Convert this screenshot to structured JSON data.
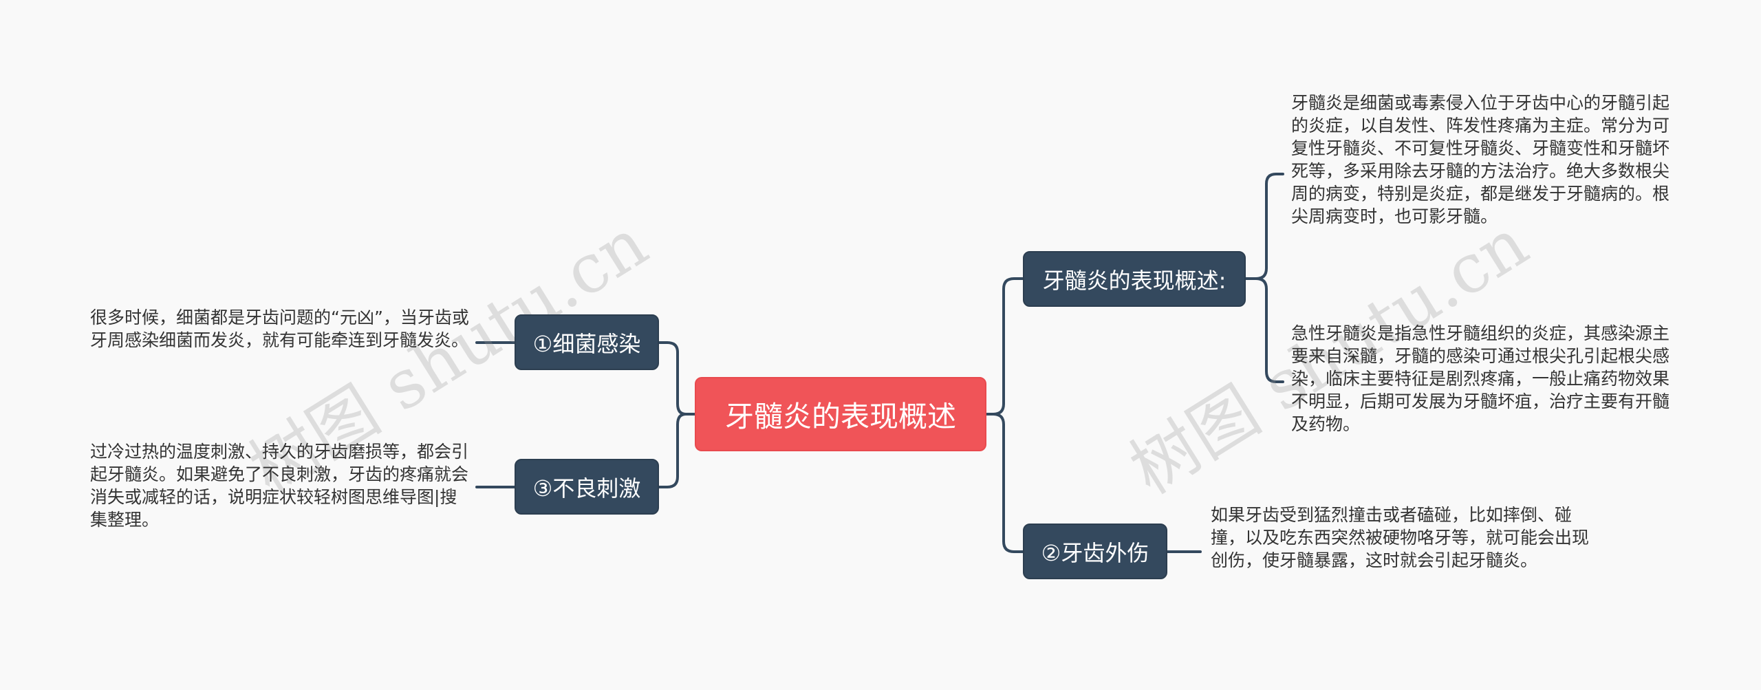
{
  "mindmap": {
    "central": "牙髓炎的表现概述",
    "branches": {
      "overview": {
        "label": "牙髓炎的表现概述:",
        "leaves": [
          "牙髓炎是细菌或毒素侵入位于牙齿中心的牙髓引起的炎症，以自发性、阵发性疼痛为主症。常分为可复性牙髓炎、不可复性牙髓炎、牙髓变性和牙髓坏死等，多采用除去牙髓的方法治疗。绝大多数根尖周的病变，特别是炎症，都是继发于牙髓病的。根尖周病变时，也可影牙髓。",
          "急性牙髓炎是指急性牙髓组织的炎症，其感染源主要来自深髓，牙髓的感染可通过根尖孔引起根尖感染，临床主要特征是剧烈疼痛，一般止痛药物效果不明显，后期可发展为牙髓坏疽，治疗主要有开髓及药物。"
        ]
      },
      "trauma": {
        "label": "②牙齿外伤",
        "leaf": "如果牙齿受到猛烈撞击或者磕碰，比如摔倒、碰撞，以及吃东西突然被硬物咯牙等，就可能会出现创伤，使牙髓暴露，这时就会引起牙髓炎。"
      },
      "bacteria": {
        "label": "①细菌感染",
        "leaf": "很多时候，细菌都是牙齿问题的“元凶”，当牙齿或牙周感染细菌而发炎，就有可能牵连到牙髓发炎。"
      },
      "stimulus": {
        "label": "③不良刺激",
        "leaf": "过冷过热的温度刺激、持久的牙齿磨损等，都会引起牙髓炎。如果避免了不良刺激，牙齿的疼痛就会消失或减轻的话，说明症状较轻树图思维导图|搜集整理。"
      }
    },
    "watermark": "树图 shutu.cn",
    "colors": {
      "central": "#f05458",
      "branch": "#34495e",
      "line": "#34495e",
      "background": "#f9f9f9"
    }
  }
}
